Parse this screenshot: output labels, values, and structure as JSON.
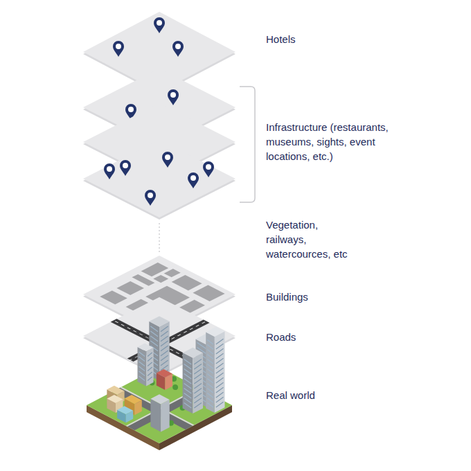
{
  "diagram": {
    "labels": [
      "Hotels",
      "Infrastructure (restaurants, museums, sights, event locations, etc.)",
      "Vegetation, railways, watercources, etc",
      "Buildings",
      "Roads",
      "Real world"
    ]
  }
}
